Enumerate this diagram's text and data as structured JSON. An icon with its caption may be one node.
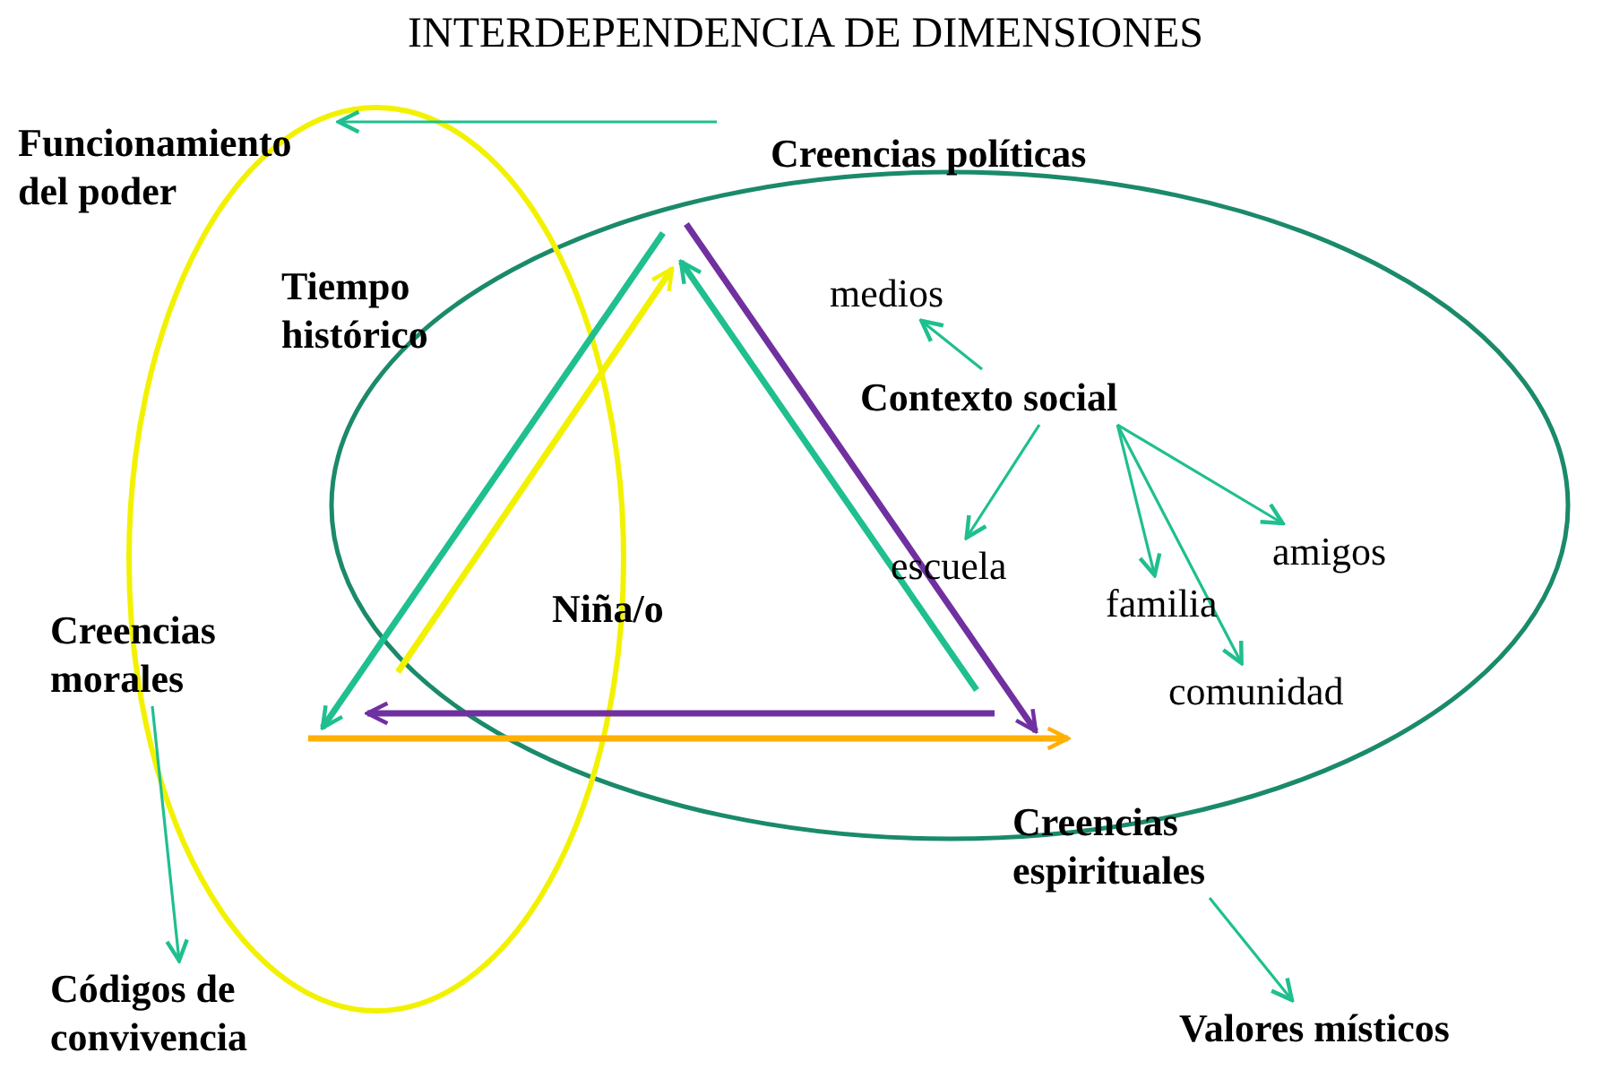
{
  "diagram": {
    "title": "INTERDEPENDENCIA DE DIMENSIONES",
    "nodes": [
      {
        "text": [
          "Funcionamiento del poder"
        ]
      },
      {
        "text": [
          "Creencias políticas"
        ]
      },
      {
        "text": [
          "medios"
        ]
      },
      {
        "text": [
          "Contexto social"
        ]
      },
      {
        "text": [
          "escuela"
        ]
      },
      {
        "text": [
          "familia"
        ]
      },
      {
        "text": [
          "amigos"
        ]
      },
      {
        "text": [
          "comunidad"
        ]
      },
      {
        "text": [
          "Creencias morales"
        ]
      },
      {
        "text": [
          "Códigos de convivencia"
        ]
      },
      {
        "text": [
          "Creencias espirituales"
        ]
      },
      {
        "text": [
          "Valores místicos"
        ]
      }
    ],
    "edges": [
      {
        "from": null,
        "to": 0,
        "arrow": "to"
      },
      {
        "from": 3,
        "to": 2,
        "arrow": "to"
      },
      {
        "from": 3,
        "to": 4,
        "arrow": "to"
      },
      {
        "from": 3,
        "to": 5,
        "arrow": "to"
      },
      {
        "from": 3,
        "to": 7,
        "arrow": "to"
      },
      {
        "from": 3,
        "to": 6,
        "arrow": "to"
      },
      {
        "from": 8,
        "to": 9,
        "arrow": "to"
      },
      {
        "from": 10,
        "to": 11,
        "arrow": "to"
      }
    ],
    "labels": [
      "Tiempo histórico",
      "Niña/o"
    ]
  }
}
